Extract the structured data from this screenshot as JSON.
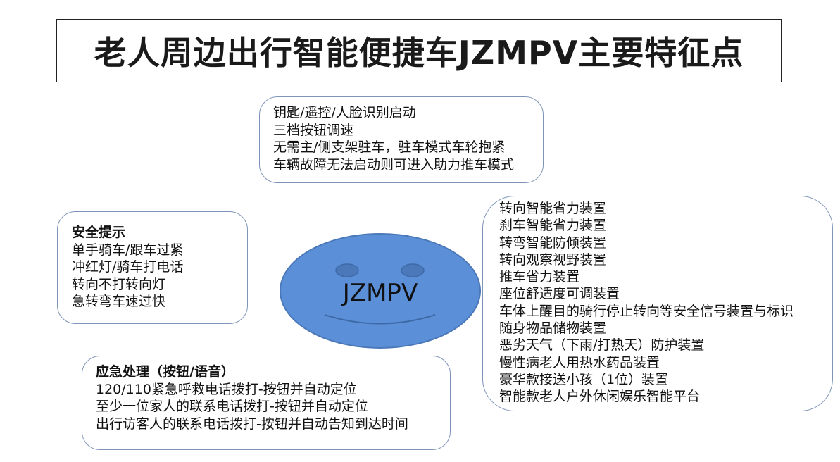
{
  "title": "老人周边出行智能便捷车JZMPV主要特征点",
  "center": {
    "label": "JZMPV",
    "fill_color": "#5b8fd8",
    "stroke_color": "#4a78b8"
  },
  "startup": {
    "lines": [
      "钥匙/遥控/人脸识别启动",
      "三档按钮调速",
      "无需主/侧支架驻车，驻车模式车轮抱紧",
      "车辆故障无法启动则可进入助力推车模式"
    ]
  },
  "safety": {
    "heading": "安全提示",
    "lines": [
      "单手骑车/跟车过紧",
      "冲红灯/骑车打电话",
      "转向不打转向灯",
      "急转弯车速过快"
    ]
  },
  "emergency": {
    "heading": "应急处理（按钮/语音）",
    "lines": [
      "120/110紧急呼救电话拨打-按钮并自动定位",
      "至少一位家人的联系电话拨打-按钮并自动定位",
      "出行访客人的联系电话拨打-按钮并自动告知到达时间"
    ]
  },
  "devices": {
    "lines": [
      "转向智能省力装置",
      "刹车智能省力装置",
      "转弯智能防倾装置",
      "转向观察视野装置",
      "推车省力装置",
      "座位舒适度可调装置",
      "车体上醒目的骑行停止转向等安全信号装置与标识",
      "随身物品储物装置",
      "恶劣天气（下雨/打热天）防护装置",
      "慢性病老人用热水药品装置",
      "豪华款接送小孩（1位）装置",
      "智能款老人户外休闲娱乐智能平台"
    ]
  }
}
